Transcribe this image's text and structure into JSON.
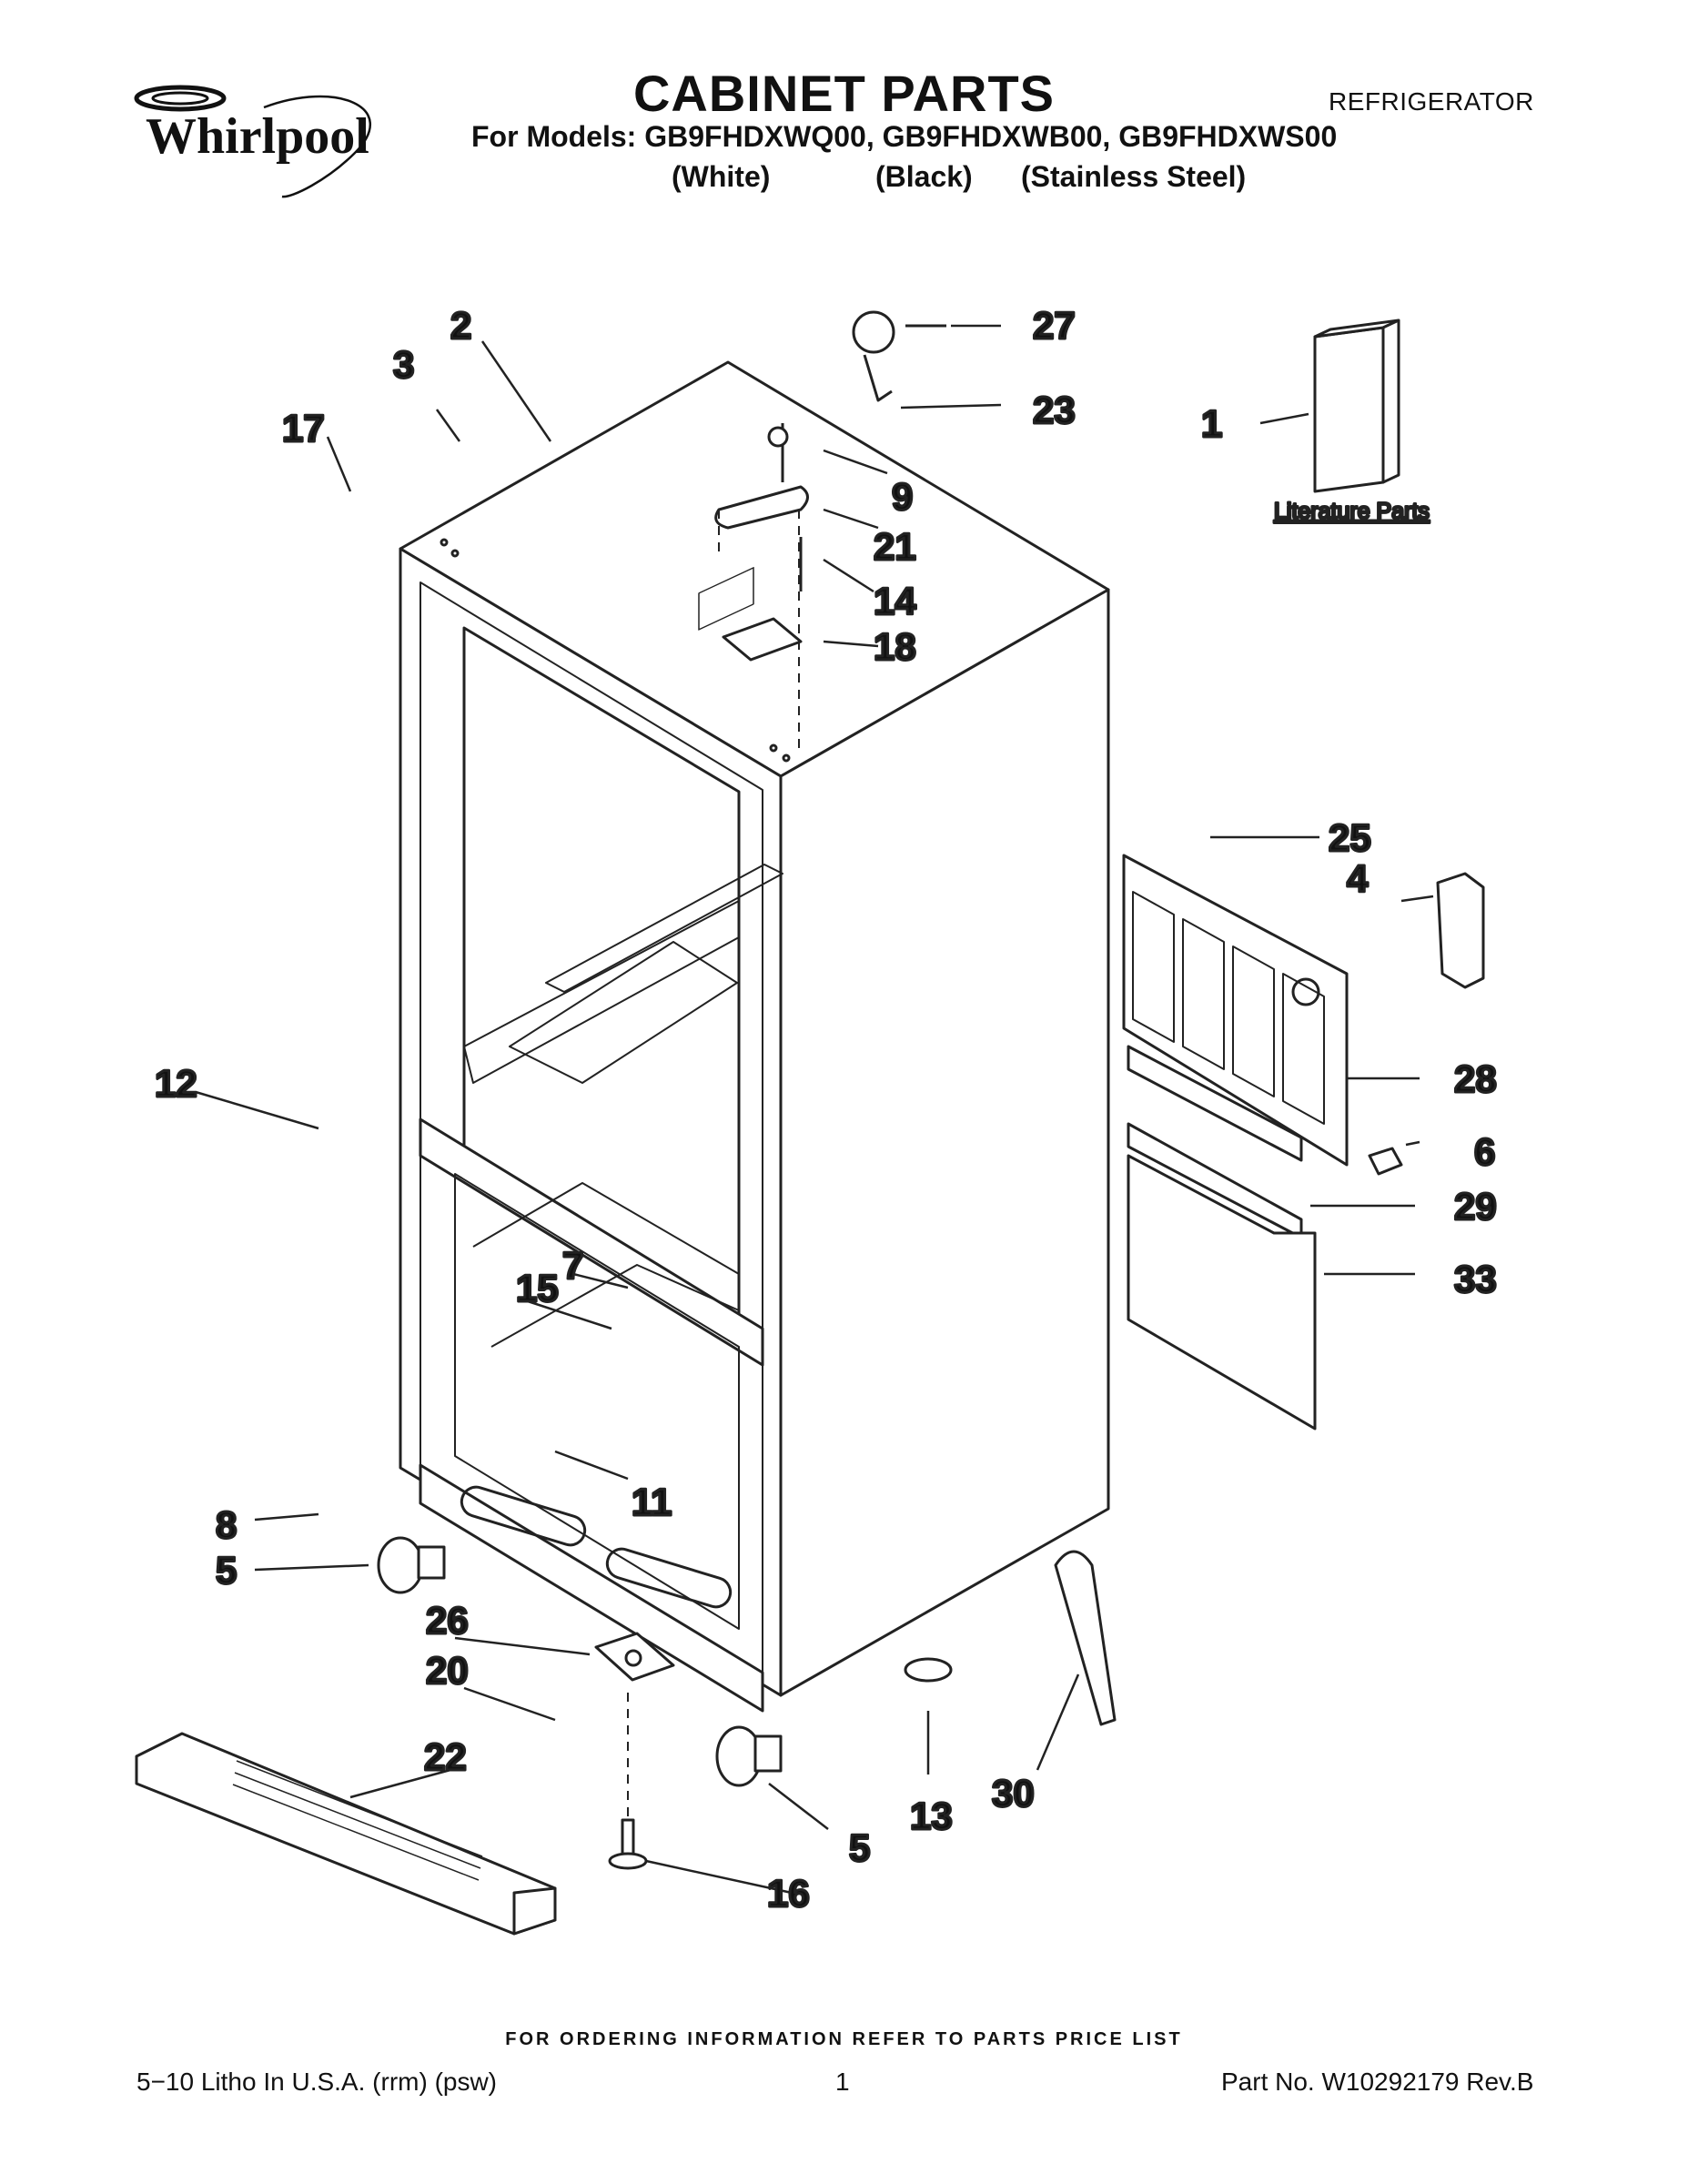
{
  "header": {
    "brand": "Whirlpool",
    "title": "CABINET PARTS",
    "category": "REFRIGERATOR",
    "models_line": "For Models: GB9FHDXWQ00, GB9FHDXWB00, GB9FHDXWS00",
    "variants": [
      "(White)",
      "(Black)",
      "(Stainless Steel)"
    ]
  },
  "diagram": {
    "callouts": [
      "1",
      "2",
      "3",
      "4",
      "5",
      "5",
      "6",
      "7",
      "8",
      "9",
      "11",
      "12",
      "13",
      "14",
      "15",
      "16",
      "17",
      "18",
      "20",
      "21",
      "22",
      "23",
      "25",
      "26",
      "27",
      "28",
      "29",
      "30",
      "33"
    ],
    "literature_label": "Literature Parts"
  },
  "footer": {
    "order_note": "FOR ORDERING INFORMATION REFER TO PARTS PRICE LIST",
    "left": "5−10 Litho In U.S.A. (rrm) (psw)",
    "page": "1",
    "right": "Part No. W10292179 Rev.B"
  }
}
